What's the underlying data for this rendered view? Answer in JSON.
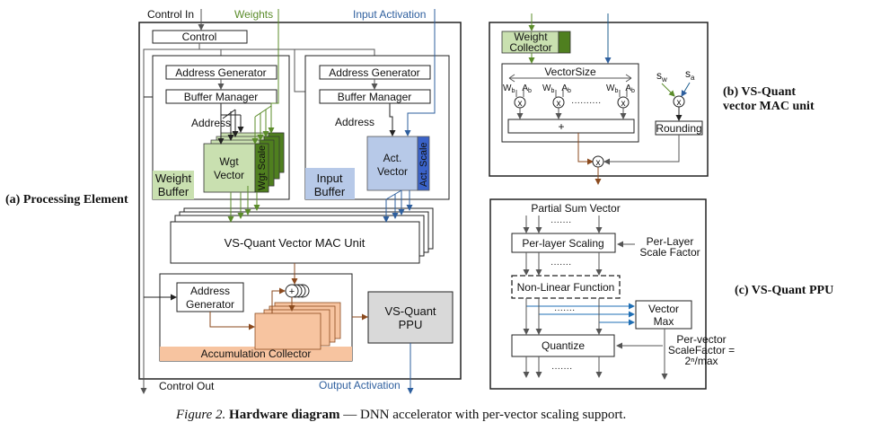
{
  "colors": {
    "weight_green": "#5b8c2a",
    "weight_light": "#c9e0b0",
    "weight_dark": "#4f7f1f",
    "act_blue": "#2e5f9e",
    "act_light": "#b7c9e8",
    "act_dark": "#3a62c8",
    "accum_orange": "#8b4a1e",
    "accum_light": "#f7c4a0",
    "ppu_gray": "#d9d9d9",
    "vm_blue": "#1f6fb5"
  },
  "panel_a": {
    "label": "(a) Processing Element",
    "control_in": "Control In",
    "weights": "Weights",
    "input_activation": "Input Activation",
    "control": "Control",
    "wgt_addr_gen": "Address Generator",
    "wgt_buf_mgr": "Buffer Manager",
    "wgt_address": "Address",
    "wgt_vector": [
      "Wgt",
      "Vector"
    ],
    "wgt_scale": "Wgt Scale",
    "weight_buffer": [
      "Weight",
      "Buffer"
    ],
    "act_addr_gen": "Address Generator",
    "act_buf_mgr": "Buffer Manager",
    "act_address": "Address",
    "act_vector": [
      "Act.",
      "Vector"
    ],
    "act_scale": "Act. Scale",
    "input_buffer": [
      "Input",
      "Buffer"
    ],
    "mac_unit": "VS-Quant Vector MAC Unit",
    "accum_addr_gen": [
      "Address",
      "Generator"
    ],
    "accum_collector": "Accumulation Collector",
    "ppu": [
      "VS-Quant",
      "PPU"
    ],
    "control_out": "Control Out",
    "output_activation": "Output Activation"
  },
  "panel_b": {
    "label": [
      "(b) VS-Quant",
      "vector MAC unit"
    ],
    "weight_collector": [
      "Weight",
      "Collector"
    ],
    "vector_size": "VectorSize",
    "wb": "W",
    "ab": "A",
    "sub_b": "b",
    "mult_symbol": "x",
    "adder_symbol": "+",
    "dots": "··········",
    "sw": "s",
    "sw_sub": "w",
    "sa": "s",
    "sa_sub": "a",
    "rounding": "Rounding"
  },
  "panel_c": {
    "label": "(c) VS-Quant PPU",
    "partial_sum_vector": "Partial Sum Vector",
    "per_layer_scaling": "Per-layer Scaling",
    "per_layer_scale_factor": [
      "Per-Layer",
      "Scale Factor"
    ],
    "non_linear_function": "Non-Linear Function",
    "vector_max": [
      "Vector",
      "Max"
    ],
    "quantize": "Quantize",
    "per_vector_scale": [
      "Per-vector",
      "ScaleFactor =",
      "2ⁿ/max"
    ],
    "dots": "·······"
  },
  "caption": {
    "figure": "Figure 2.",
    "title": "Hardware diagram",
    "text": " — DNN accelerator with per-vector scaling support."
  }
}
